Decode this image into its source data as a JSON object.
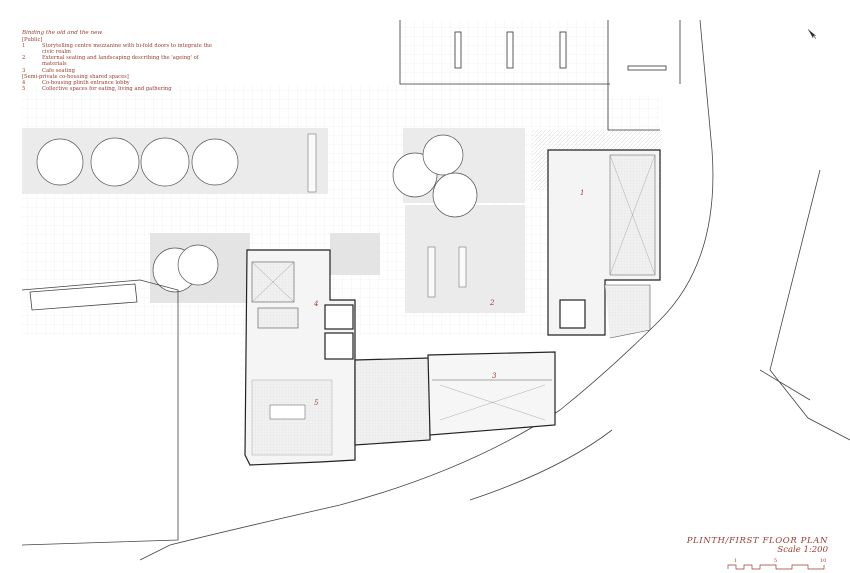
{
  "legend": {
    "title": "Binding the old and the new",
    "sections": [
      {
        "header": "[Public]",
        "items": [
          {
            "num": "1",
            "text": "Storytelling centre mezzanine with bi-fold doors to integrate the civic realm"
          },
          {
            "num": "2",
            "text": "External seating and landscaping describing the 'ageing' of materials"
          },
          {
            "num": "3",
            "text": "Cafe seating"
          }
        ]
      },
      {
        "header": "[Semi-private co-housing shared spaces]",
        "items": [
          {
            "num": "4",
            "text": "Co-housing plinth entrance lobby"
          },
          {
            "num": "5",
            "text": "Collective spaces for eating, living and gathering"
          }
        ]
      }
    ]
  },
  "plan_labels": [
    "1",
    "2",
    "3",
    "4",
    "5"
  ],
  "title_block": {
    "plan_title": "PLINTH/FIRST FLOOR PLAN",
    "scale": "Scale 1:200"
  },
  "scale_bar": {
    "ticks": [
      "1",
      "5",
      "10"
    ]
  },
  "colors": {
    "annotation": "#9a3b2f",
    "linework": "#2b2b2b",
    "paving": "#e9e9e9",
    "grid": "#dcdcdc"
  },
  "icons": {
    "north": "north-arrow-icon"
  }
}
